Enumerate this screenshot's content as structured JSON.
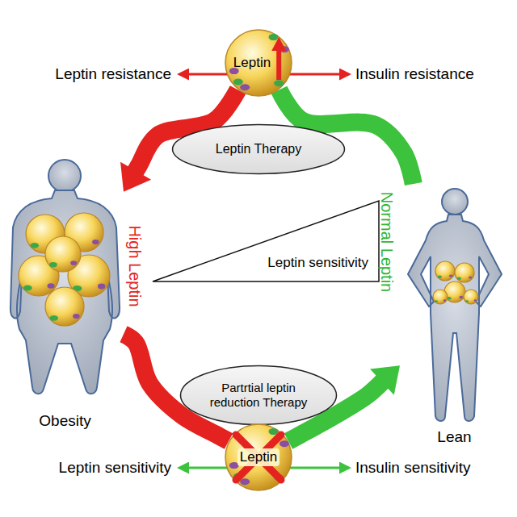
{
  "diagram": {
    "nodes": [
      {
        "text": [
          "Leptin"
        ]
      },
      {
        "text": [
          "Leptin Therapy"
        ]
      },
      {
        "text": [
          "Obesity"
        ]
      },
      {
        "text": [
          "Leptin sensitivity"
        ]
      },
      {
        "text": [
          "Lean"
        ]
      },
      {
        "text": [
          "Partrtial leptin reduction Therapy"
        ]
      },
      {
        "text": [
          "Leptin"
        ]
      }
    ],
    "edges": [
      {
        "from": 0,
        "to": 2,
        "arrow": "to"
      },
      {
        "from": 4,
        "to": 0,
        "arrow": "none"
      },
      {
        "from": 2,
        "to": 6,
        "arrow": "none"
      },
      {
        "from": 6,
        "to": 4,
        "arrow": "to"
      }
    ],
    "labels": [
      "Leptin resistance",
      "Insulin resistance",
      "High Leptin",
      "Normal Leptin",
      "Leptin sensitivity",
      "Insulin sensitivity"
    ]
  }
}
